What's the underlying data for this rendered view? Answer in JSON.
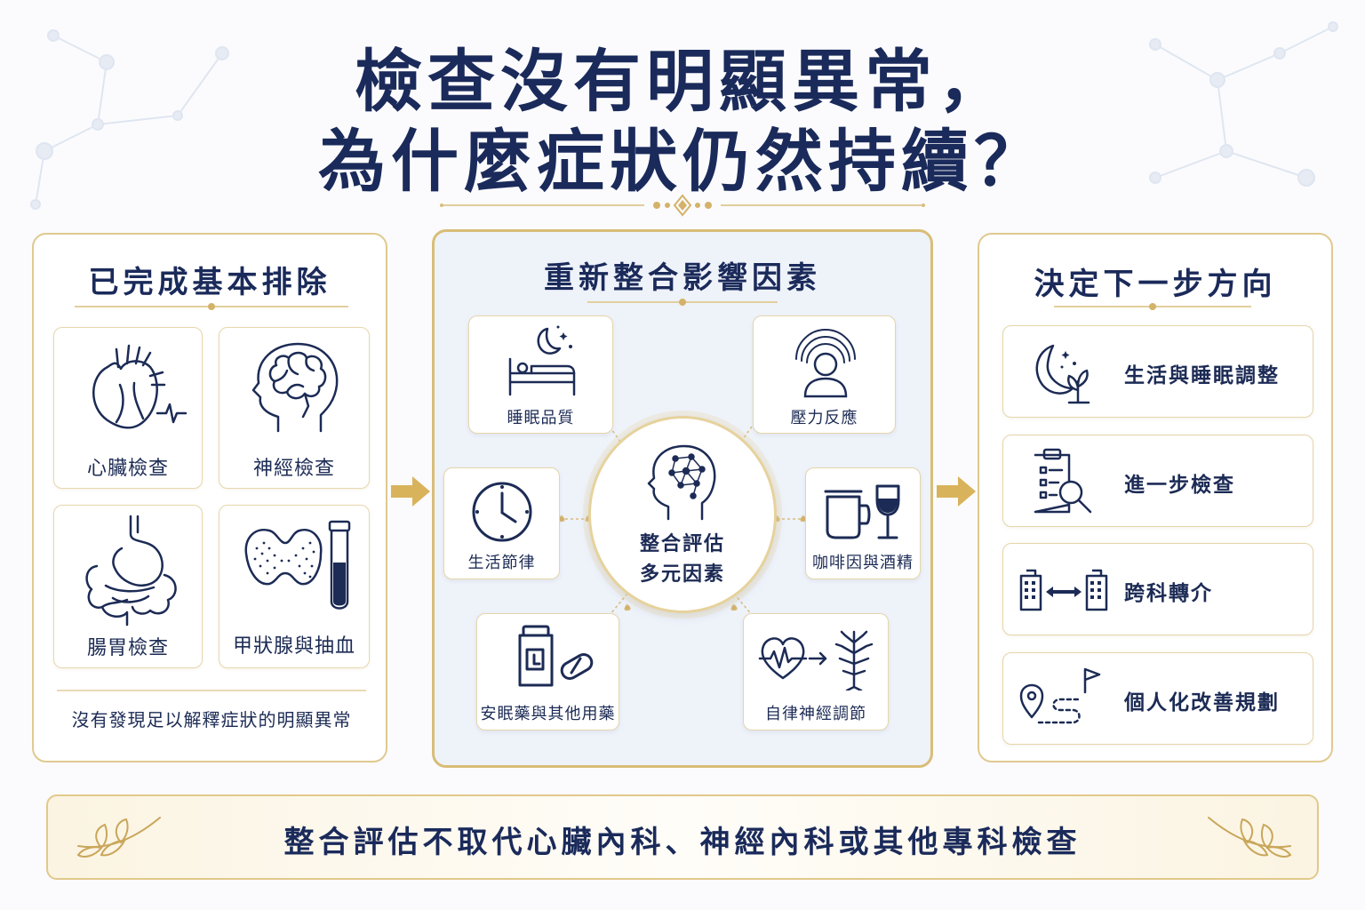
{
  "title": {
    "line1": "檢查沒有明顯異常，",
    "line2": "為什麼症狀仍然持續？"
  },
  "left_panel": {
    "heading": "已完成基本排除",
    "cards": [
      {
        "label": "心臟檢查",
        "icon": "heart-icon"
      },
      {
        "label": "神經檢查",
        "icon": "brain-icon"
      },
      {
        "label": "腸胃檢查",
        "icon": "stomach-icon"
      },
      {
        "label": "甲狀腺與抽血",
        "icon": "thyroid-icon"
      }
    ],
    "note": "沒有發現足以解釋症狀的明顯異常"
  },
  "middle_panel": {
    "heading": "重新整合影響因素",
    "center": {
      "line1": "整合評估",
      "line2": "多元因素",
      "icon": "network-brain-icon"
    },
    "factors": [
      {
        "label": "睡眠品質",
        "icon": "bed-moon-icon"
      },
      {
        "label": "壓力反應",
        "icon": "stress-person-icon"
      },
      {
        "label": "生活節律",
        "icon": "clock-icon"
      },
      {
        "label": "咖啡因與酒精",
        "icon": "mug-wine-icon"
      },
      {
        "label": "安眠藥與其他用藥",
        "icon": "pill-bottle-icon"
      },
      {
        "label": "自律神經調節",
        "icon": "heartbeat-nerve-icon"
      }
    ]
  },
  "right_panel": {
    "heading": "決定下一步方向",
    "items": [
      {
        "label": "生活與睡眠調整",
        "icon": "moon-leaf-icon"
      },
      {
        "label": "進一步檢查",
        "icon": "clipboard-search-icon"
      },
      {
        "label": "跨科轉介",
        "icon": "hospital-transfer-icon"
      },
      {
        "label": "個人化改善規劃",
        "icon": "route-flag-icon"
      }
    ]
  },
  "banner": {
    "text": "整合評估不取代心臟內科、神經內科或其他專科檢查"
  },
  "colors": {
    "navy": "#1c2b55",
    "gold": "#d4b26a",
    "panel_border": "#e0c98f",
    "middle_bg": "#eef2f9"
  }
}
